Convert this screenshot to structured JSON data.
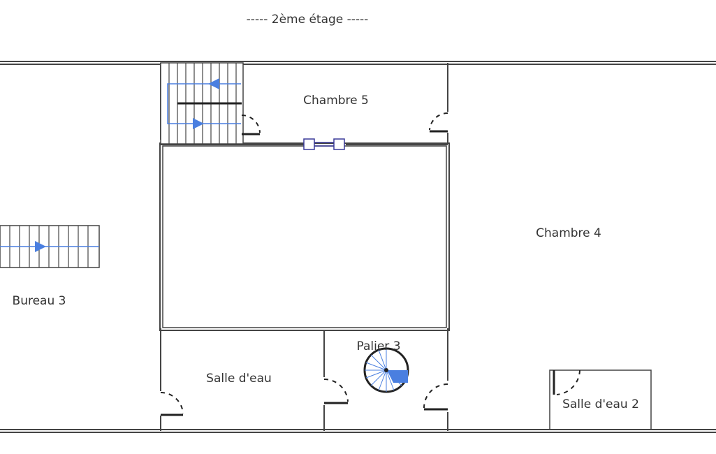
{
  "plan": {
    "title": "----- 2ème étage -----",
    "rooms": {
      "chambre5": "Chambre 5",
      "chambre4": "Chambre 4",
      "bureau3": "Bureau 3",
      "salle_eau": "Salle d'eau",
      "palier3": "Palier 3",
      "salle_eau2": "Salle d'eau 2"
    },
    "colors": {
      "wall": "#444444",
      "stair_arrow": "#4a7fe0",
      "window": "#3a3a9a"
    }
  }
}
